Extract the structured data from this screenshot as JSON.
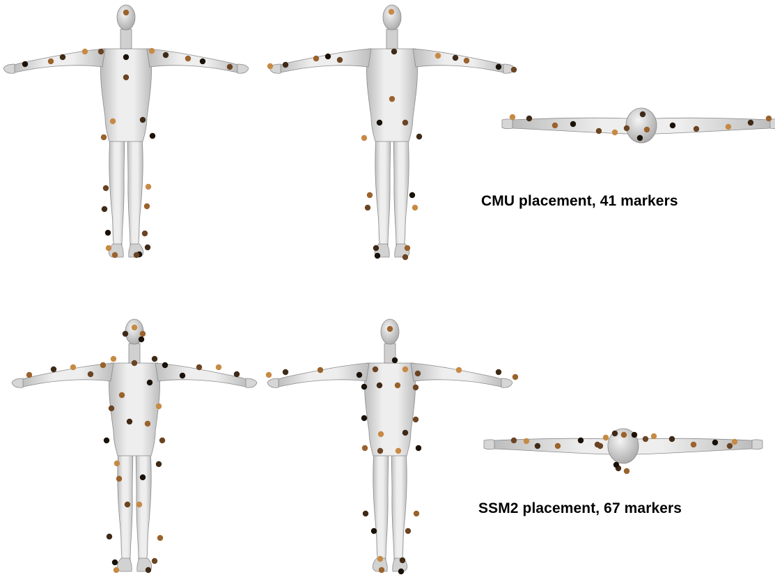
{
  "captions": {
    "cmu": "CMU placement, 41 markers",
    "ssm2": "SSM2 placement, 67 markers"
  },
  "colors": {
    "body_fill": "#dcdcdc",
    "body_stroke": "#8a8a8a",
    "background": "#ffffff",
    "marker_colors": [
      "#1a1108",
      "#3f2a17",
      "#6b4423",
      "#9a622c",
      "#c78a45"
    ]
  },
  "placements": [
    {
      "id": "cmu",
      "label_key": "captions.cmu",
      "marker_count": 41
    },
    {
      "id": "ssm2",
      "label_key": "captions.ssm2",
      "marker_count": 67
    }
  ]
}
